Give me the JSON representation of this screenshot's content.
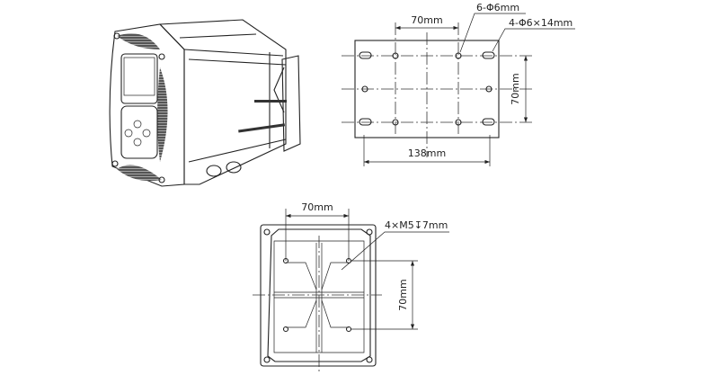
{
  "device_view": {
    "description_label": ""
  },
  "mounting_plate": {
    "width_spacing_label": "70mm",
    "hole_label": "6-Φ6mm",
    "slot_label": "4-Φ6×14mm",
    "overall_width_label": "138mm",
    "height_spacing_label": "70mm"
  },
  "rear_view": {
    "width_spacing_label": "70mm",
    "thread_label": "4×M5↧7mm",
    "height_spacing_label": "70mm"
  }
}
